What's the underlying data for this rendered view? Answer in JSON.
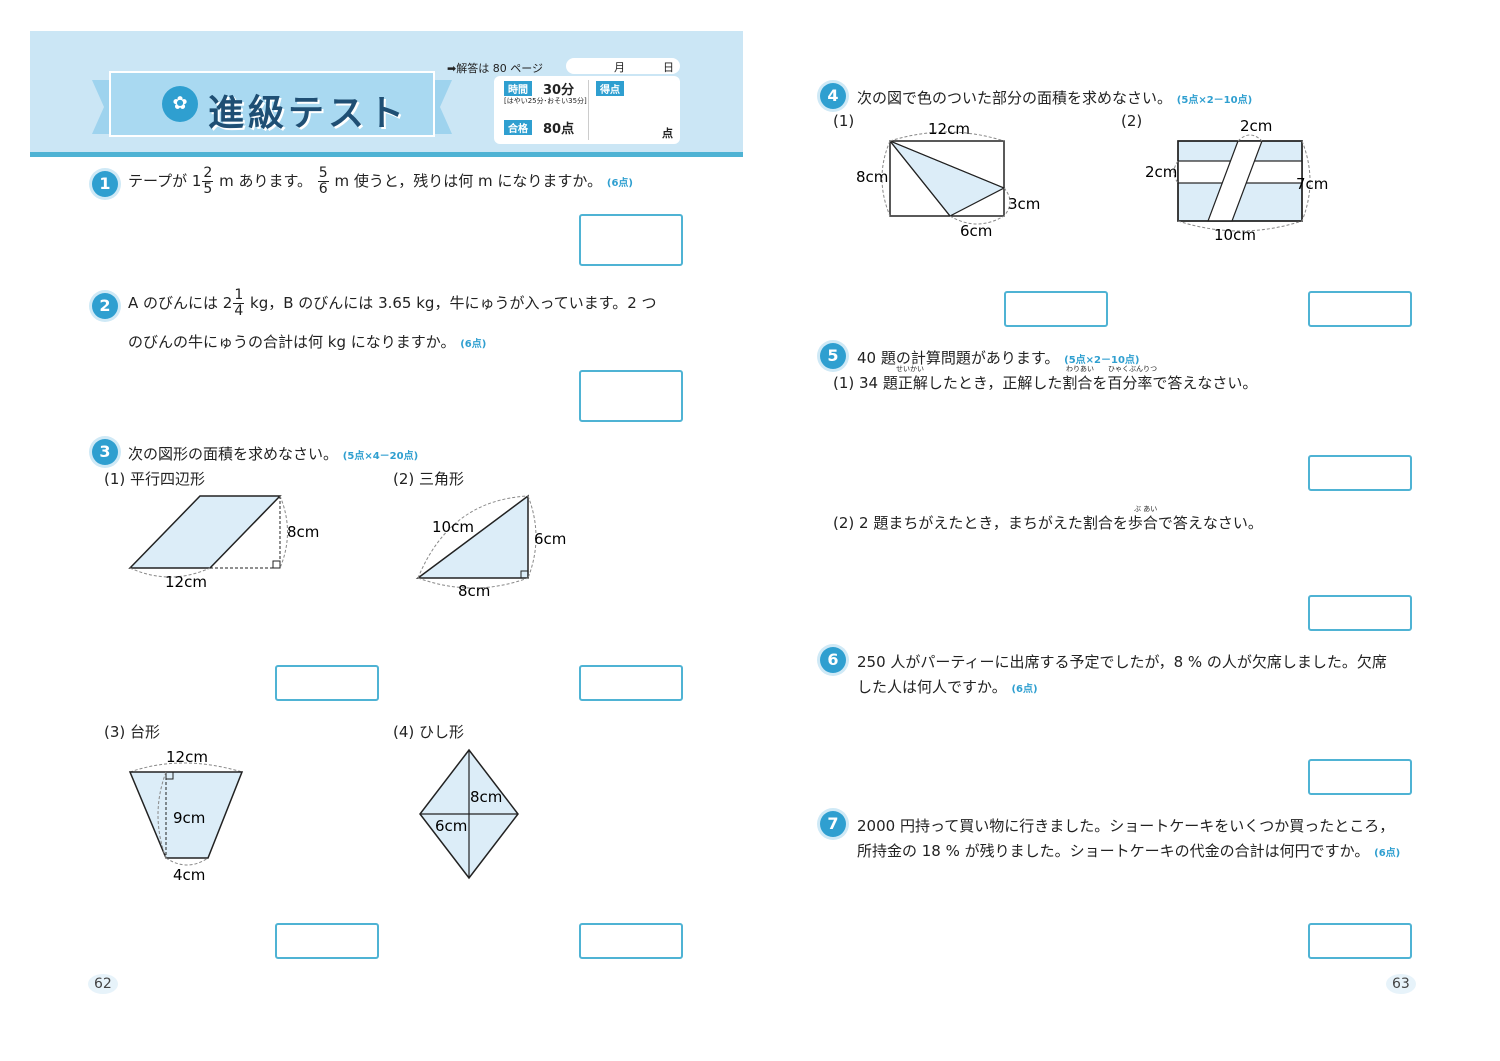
{
  "header": {
    "title": "進級テスト",
    "answer_ref": "➡解答は 80 ページ",
    "month": "月",
    "day": "日",
    "time_tag": "時間",
    "time_value": "30分",
    "time_note": "[はやい25分･おそい35分]",
    "pass_tag": "合格",
    "pass_value": "80点",
    "score_tag": "得点",
    "score_unit": "点"
  },
  "left": {
    "q1": {
      "num": "1",
      "pre": "テープが 1",
      "f1n": "2",
      "f1d": "5",
      "mid": " m あります。",
      "f2n": "5",
      "f2d": "6",
      "post": " m 使うと，残りは何 m になりますか。",
      "pts": "(6点)"
    },
    "q2": {
      "num": "2",
      "line1_pre": "A のびんには 2",
      "fn": "1",
      "fd": "4",
      "line1_post": " kg，B のびんには 3.65 kg，牛にゅうが入っています。2 つ",
      "line2": "のびんの牛にゅうの合計は何 kg になりますか。",
      "pts": "(6点)"
    },
    "q3": {
      "num": "3",
      "text": "次の図形の面積を求めなさい。",
      "pts": "(5点×4－20点)",
      "p1": "(1) 平行四辺形",
      "p2": "(2) 三角形",
      "p3": "(3) 台形",
      "p4": "(4) ひし形"
    },
    "fig": {
      "para_h": "8cm",
      "para_b": "12cm",
      "tri_hyp": "10cm",
      "tri_h": "6cm",
      "tri_b": "8cm",
      "trap_top": "12cm",
      "trap_h": "9cm",
      "trap_bot": "4cm",
      "rh_v": "8cm",
      "rh_h": "6cm"
    },
    "page": "62"
  },
  "right": {
    "q4": {
      "num": "4",
      "text": "次の図で色のついた部分の面積を求めなさい。",
      "pts": "(5点×2－10点)",
      "p1": "(1)",
      "p2": "(2)"
    },
    "fig": {
      "r1_top": "12cm",
      "r1_left": "8cm",
      "r1_right": "3cm",
      "r1_bot": "6cm",
      "r2_top": "2cm",
      "r2_left": "2cm",
      "r2_right": "7cm",
      "r2_bot": "10cm"
    },
    "q5": {
      "num": "5",
      "text": "40 題の計算問題があります。",
      "pts": "(5点×2－10点)",
      "p1": "(1) 34 題正解したとき，正解した割合を百分率で答えなさい。",
      "p2": "(2) 2 題まちがえたとき，まちがえた割合を歩合で答えなさい。",
      "r1": "せいかい",
      "r2": "わりあい",
      "r3": "ひゃくぶんりつ",
      "r4": "ぶ あい"
    },
    "q6": {
      "num": "6",
      "line1": "250 人がパーティーに出席する予定でしたが，8 % の人が欠席しました。欠席",
      "line2": "した人は何人ですか。",
      "pts": "(6点)"
    },
    "q7": {
      "num": "7",
      "line1": "2000 円持って買い物に行きました。ショートケーキをいくつか買ったところ，",
      "line2": "所持金の 18 % が残りました。ショートケーキの代金の合計は何円ですか。",
      "pts": "(6点)"
    },
    "page": "63"
  },
  "colors": {
    "accent": "#2f9fd0",
    "box": "#4fb3d4",
    "fill": "#dcedf8",
    "banner": "#bfe0f2"
  }
}
